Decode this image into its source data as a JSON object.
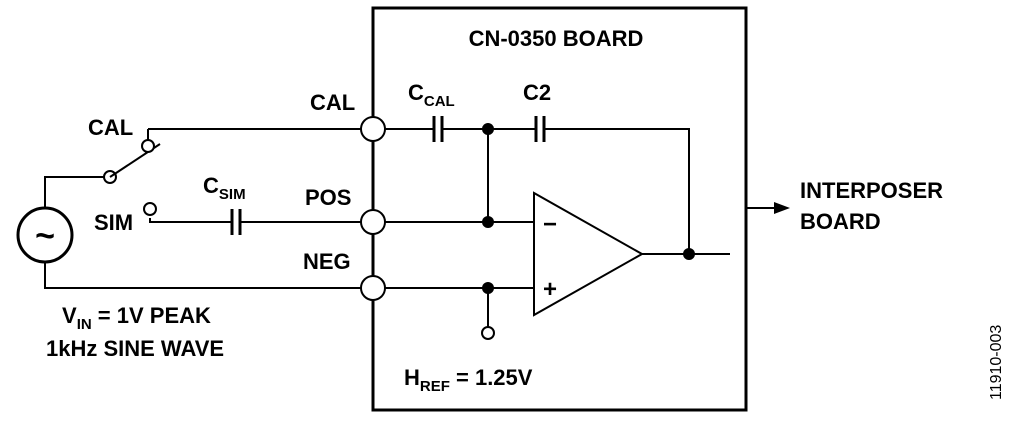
{
  "board": {
    "title": "CN-0350 BOARD"
  },
  "switch": {
    "cal_label": "CAL",
    "sim_label": "SIM"
  },
  "source": {
    "symbol": "~",
    "line1": "V",
    "line1_sub": "IN",
    "line1_rest": " = 1V PEAK",
    "line2": "1kHz SINE WAVE"
  },
  "pins": {
    "cal": "CAL",
    "pos": "POS",
    "neg": "NEG"
  },
  "capacitors": {
    "c_sim": {
      "main": "C",
      "sub": "SIM"
    },
    "c_cal": {
      "main": "C",
      "sub": "CAL"
    },
    "c2": {
      "main": "C2"
    }
  },
  "opamp": {
    "minus": "−",
    "plus": "+"
  },
  "href": {
    "main": "H",
    "sub": "REF",
    "rest": " = 1.25V"
  },
  "output": {
    "line1": "INTERPOSER",
    "line2": "BOARD"
  },
  "figure_id": "11910-003",
  "colors": {
    "ink": "#000000",
    "background": "#ffffff"
  }
}
